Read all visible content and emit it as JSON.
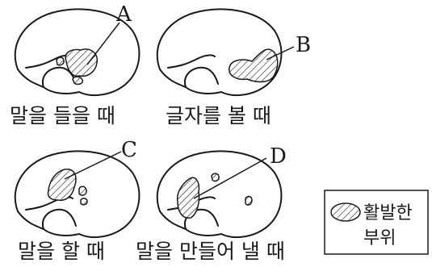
{
  "panels": [
    {
      "letter": "A",
      "caption": "말을 들을 때"
    },
    {
      "letter": "B",
      "caption": "글자를 볼 때"
    },
    {
      "letter": "C",
      "caption": "말을 할 때"
    },
    {
      "letter": "D",
      "caption": "말을 만들어 낼 때"
    }
  ],
  "legend": {
    "line1": "활발한",
    "line2": "부위"
  }
}
